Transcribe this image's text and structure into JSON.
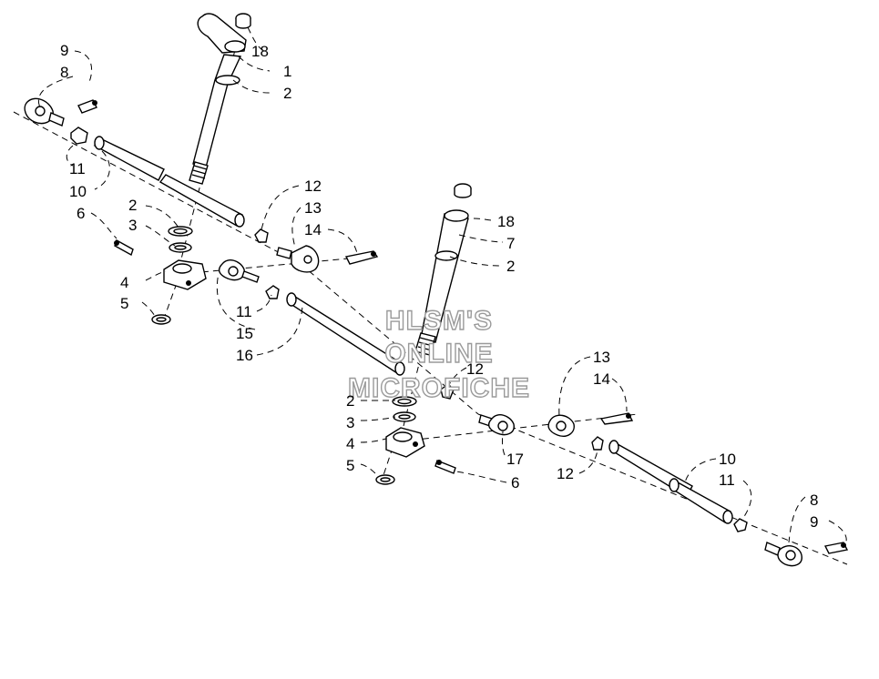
{
  "watermark": {
    "line1": "HLSM'S",
    "line2": "ONLINE",
    "line3": "MICROFICHE"
  },
  "callouts": {
    "c18a": "18",
    "c1": "1",
    "c2a": "2",
    "c9a": "9",
    "c8a": "8",
    "c11a": "11",
    "c10a": "10",
    "c6a": "6",
    "c2b": "2",
    "c3a": "3",
    "c4a": "4",
    "c5a": "5",
    "c12a": "12",
    "c13a": "13",
    "c14a": "14",
    "c11b": "11",
    "c15": "15",
    "c16": "16",
    "c18b": "18",
    "c7": "7",
    "c2c": "2",
    "c12b": "12",
    "c2d": "2",
    "c3b": "3",
    "c4b": "4",
    "c5b": "5",
    "c17": "17",
    "c6b": "6",
    "c13b": "13",
    "c14b": "14",
    "c12c": "12",
    "c10b": "10",
    "c11c": "11",
    "c8b": "8",
    "c9b": "9"
  }
}
